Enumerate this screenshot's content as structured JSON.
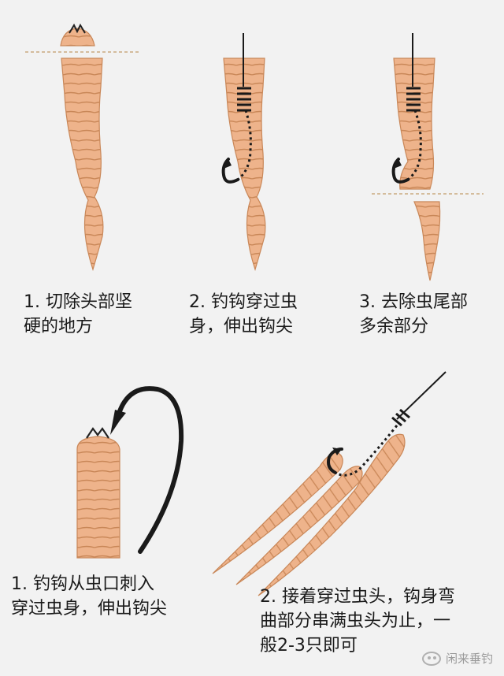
{
  "colors": {
    "background": "#f2f2f2",
    "worm_fill": "#eeb38b",
    "worm_ring": "#c98758",
    "hook": "#1a1a1a",
    "guide_line": "#c9aa80"
  },
  "icons": {
    "worm": "worm-icon",
    "hook": "hook-icon",
    "cut_line": "dashed-cut-line-icon",
    "watermark": "wechat-icon"
  },
  "steps_top": [
    {
      "caption": "1. 切除头部坚\n硬的地方"
    },
    {
      "caption": "2. 钓钩穿过虫\n身，伸出钩尖"
    },
    {
      "caption": "3. 去除虫尾部\n多余部分"
    }
  ],
  "steps_bottom": [
    {
      "caption": "1.  钓钩从虫口刺入\n穿过虫身，伸出钩尖"
    },
    {
      "caption": "2. 接着穿过虫头，钩身弯\n曲部分串满虫头为止，一\n般2-3只即可"
    }
  ],
  "watermark": {
    "text": "闲来垂钓"
  }
}
